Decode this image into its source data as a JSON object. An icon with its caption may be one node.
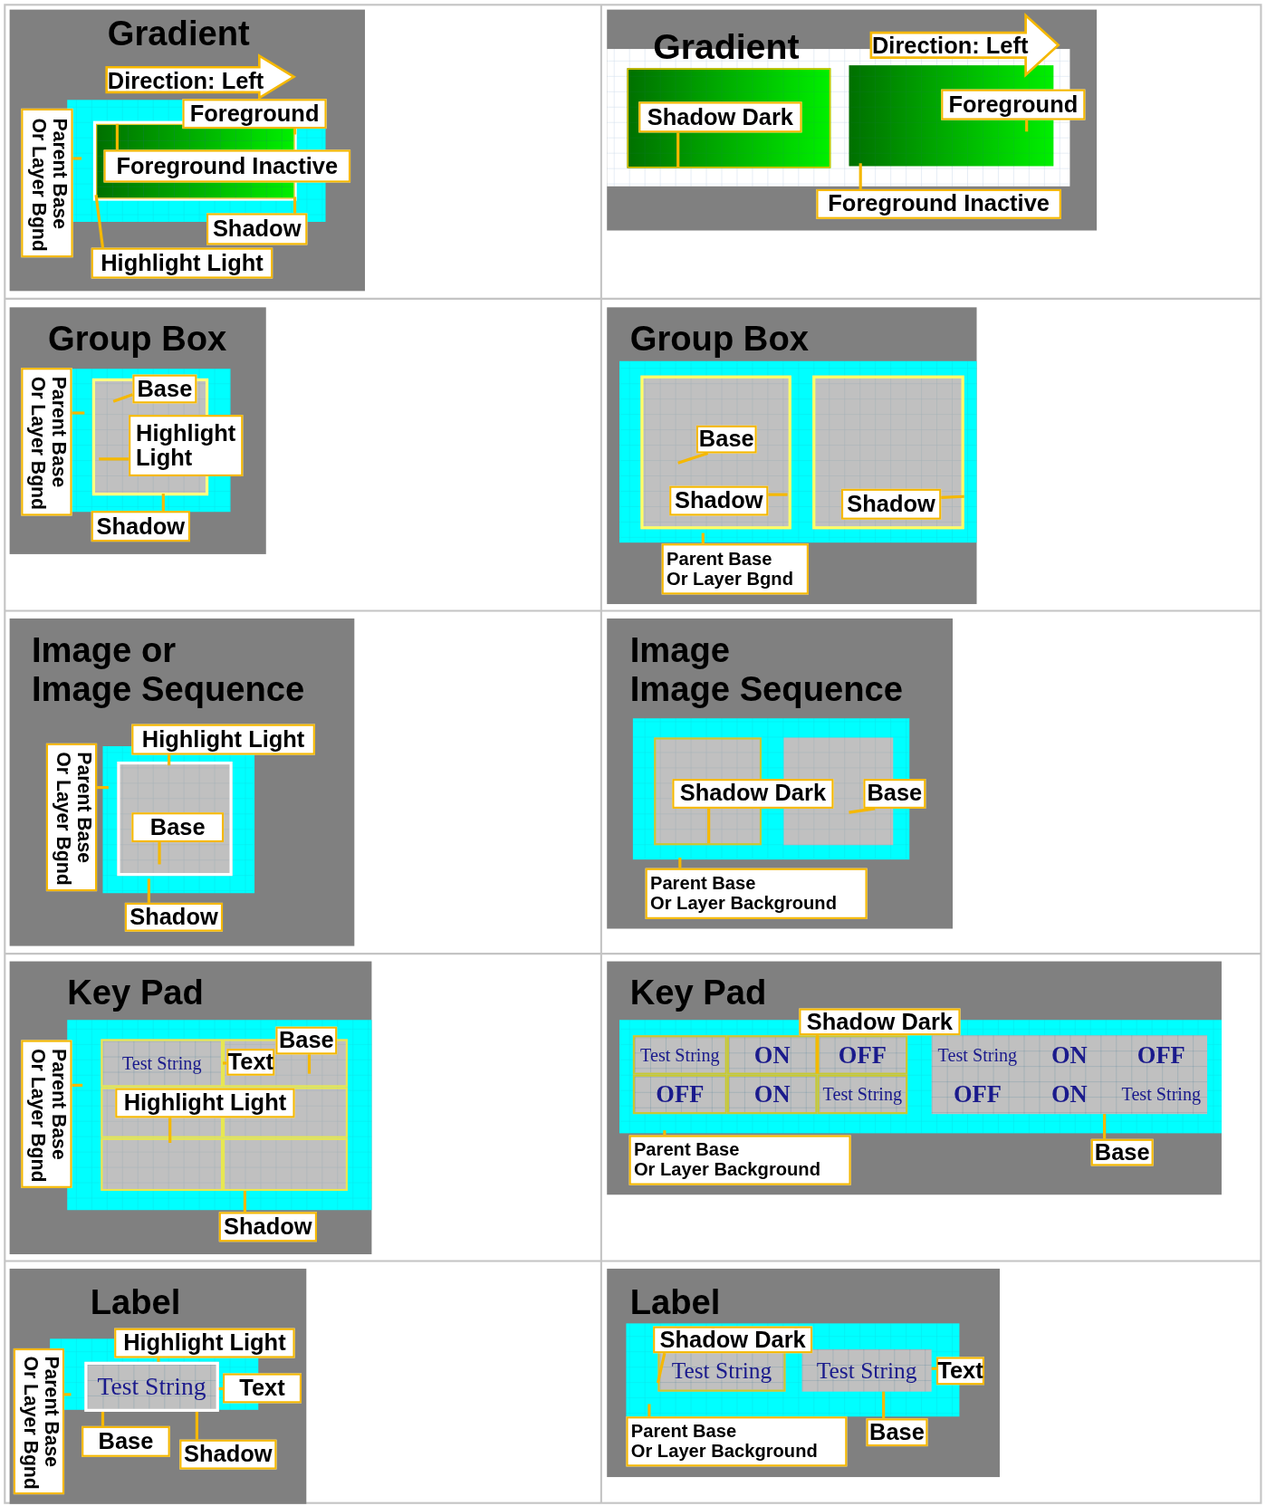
{
  "diagram": {
    "nodes": [
      {
        "text": [
          "Gradient"
        ]
      },
      {
        "text": [
          "Direction: Left"
        ],
        "in": 0
      },
      {
        "text": [
          "Foreground"
        ],
        "in": 0
      },
      {
        "text": [
          "Parent Base Or Layer Bgnd"
        ],
        "in": 0
      },
      {
        "text": [
          "Foreground Inactive"
        ],
        "in": 0
      },
      {
        "text": [
          "Shadow"
        ],
        "in": 0
      },
      {
        "text": [
          "Highlight Light"
        ],
        "in": 0
      },
      {
        "text": [
          "Gradient"
        ]
      },
      {
        "text": [
          "Direction: Left"
        ],
        "in": 7
      },
      {
        "text": [
          "Shadow Dark"
        ],
        "in": 7
      },
      {
        "text": [
          "Foreground"
        ],
        "in": 7
      },
      {
        "text": [
          "Foreground Inactive"
        ],
        "in": 7
      },
      {
        "text": [
          "Group Box"
        ]
      },
      {
        "text": [
          "Parent Base Or Layer Bgnd"
        ],
        "in": 12
      },
      {
        "text": [
          "Base"
        ],
        "in": 12
      },
      {
        "text": [
          "Highlight Light"
        ],
        "in": 12
      },
      {
        "text": [
          "Shadow"
        ],
        "in": 12
      },
      {
        "text": [
          "Group Box"
        ]
      },
      {
        "text": [
          "Base"
        ],
        "in": 17
      },
      {
        "text": [
          "Shadow"
        ],
        "in": 17
      },
      {
        "text": [
          "Shadow"
        ],
        "in": 17
      },
      {
        "text": [
          "Parent Base Or Layer Bgnd"
        ],
        "in": 17
      },
      {
        "text": [
          "Image or Image Sequence"
        ]
      },
      {
        "text": [
          "Highlight Light"
        ],
        "in": 22
      },
      {
        "text": [
          "Parent Base Or Layer Bgnd"
        ],
        "in": 22
      },
      {
        "text": [
          "Base"
        ],
        "in": 22
      },
      {
        "text": [
          "Shadow"
        ],
        "in": 22
      },
      {
        "text": [
          "Image Image Sequence"
        ]
      },
      {
        "text": [
          "Shadow Dark"
        ],
        "in": 27
      },
      {
        "text": [
          "Base"
        ],
        "in": 27
      },
      {
        "text": [
          "Parent Base Or Layer Background"
        ],
        "in": 27
      },
      {
        "text": [
          "Key Pad"
        ]
      },
      {
        "text": [
          "Base"
        ],
        "in": 31
      },
      {
        "text": [
          "Text"
        ],
        "in": 31
      },
      {
        "text": [
          "Parent Base Or Layer Bgnd"
        ],
        "in": 31
      },
      {
        "text": [
          "Highlight Light"
        ],
        "in": 31
      },
      {
        "text": [
          "Shadow"
        ],
        "in": 31
      },
      {
        "text": [
          "Key Pad"
        ]
      },
      {
        "text": [
          "Shadow Dark"
        ],
        "in": 37
      },
      {
        "text": [
          "Base"
        ],
        "in": 37
      },
      {
        "text": [
          "Parent Base Or Layer Background"
        ],
        "in": 37
      },
      {
        "text": [
          "Label"
        ]
      },
      {
        "text": [
          "Highlight Light"
        ],
        "in": 41
      },
      {
        "text": [
          "Parent Base Or Layer Bgnd"
        ],
        "in": 41
      },
      {
        "text": [
          "Text"
        ],
        "in": 41
      },
      {
        "text": [
          "Base"
        ],
        "in": 41
      },
      {
        "text": [
          "Shadow"
        ],
        "in": 41
      },
      {
        "text": [
          "Label"
        ]
      },
      {
        "text": [
          "Shadow Dark"
        ],
        "in": 47
      },
      {
        "text": [
          "Text"
        ],
        "in": 47
      },
      {
        "text": [
          "Base"
        ],
        "in": 47
      },
      {
        "text": [
          "Parent Base Or Layer Background"
        ],
        "in": 47
      },
      {
        "text": [],
        "shape": "box",
        "in": 0
      },
      {
        "text": [
          "Test String"
        ],
        "in": 31
      },
      {
        "text": [
          "Test String"
        ],
        "in": 37
      },
      {
        "text": [
          "ON"
        ],
        "in": 37
      },
      {
        "text": [
          "OFF"
        ],
        "in": 37
      },
      {
        "text": [
          "OFF"
        ],
        "in": 37
      },
      {
        "text": [
          "ON"
        ],
        "in": 37
      },
      {
        "text": [
          "Test String"
        ],
        "in": 37
      },
      {
        "text": [
          "Test String",
          "ON",
          "OFF",
          "OFF",
          "ON",
          "Test String"
        ],
        "in": 37
      },
      {
        "text": [
          "Test String"
        ],
        "in": 41
      },
      {
        "text": [
          "Test String"
        ],
        "in": 47
      },
      {
        "text": [
          "Test String"
        ],
        "in": 47
      }
    ],
    "edges": [
      {
        "from": 2,
        "to": 52,
        "arrow": "none"
      },
      {
        "from": 3,
        "to": null,
        "arrow": "none"
      },
      {
        "from": 4,
        "to": 52,
        "arrow": "none"
      },
      {
        "from": 5,
        "to": 52,
        "arrow": "none"
      },
      {
        "from": 6,
        "to": 52,
        "arrow": "none"
      },
      {
        "from": 9,
        "to": null,
        "arrow": "none"
      },
      {
        "from": 10,
        "to": null,
        "arrow": "none"
      },
      {
        "from": 11,
        "to": null,
        "arrow": "none"
      },
      {
        "from": 13,
        "to": null,
        "arrow": "none"
      },
      {
        "from": 14,
        "to": null,
        "arrow": "none"
      },
      {
        "from": 15,
        "to": null,
        "arrow": "none"
      },
      {
        "from": 16,
        "to": null,
        "arrow": "none"
      },
      {
        "from": 18,
        "to": null,
        "arrow": "none"
      },
      {
        "from": 19,
        "to": null,
        "arrow": "none"
      },
      {
        "from": 20,
        "to": null,
        "arrow": "none"
      },
      {
        "from": 21,
        "to": null,
        "arrow": "none"
      },
      {
        "from": 23,
        "to": null,
        "arrow": "none"
      },
      {
        "from": 24,
        "to": null,
        "arrow": "none"
      },
      {
        "from": 25,
        "to": null,
        "arrow": "none"
      },
      {
        "from": 26,
        "to": null,
        "arrow": "none"
      },
      {
        "from": 28,
        "to": null,
        "arrow": "none"
      },
      {
        "from": 29,
        "to": null,
        "arrow": "none"
      },
      {
        "from": 30,
        "to": null,
        "arrow": "none"
      },
      {
        "from": 32,
        "to": null,
        "arrow": "none"
      },
      {
        "from": 33,
        "to": 53,
        "arrow": "none"
      },
      {
        "from": 34,
        "to": null,
        "arrow": "none"
      },
      {
        "from": 35,
        "to": null,
        "arrow": "none"
      },
      {
        "from": 36,
        "to": null,
        "arrow": "none"
      },
      {
        "from": 38,
        "to": 56,
        "arrow": "none"
      },
      {
        "from": 39,
        "to": 60,
        "arrow": "none"
      },
      {
        "from": 40,
        "to": null,
        "arrow": "none"
      },
      {
        "from": 42,
        "to": 61,
        "arrow": "none"
      },
      {
        "from": 43,
        "to": null,
        "arrow": "none"
      },
      {
        "from": 44,
        "to": 61,
        "arrow": "none"
      },
      {
        "from": 45,
        "to": 61,
        "arrow": "none"
      },
      {
        "from": 46,
        "to": 61,
        "arrow": "none"
      },
      {
        "from": 48,
        "to": 62,
        "arrow": "none"
      },
      {
        "from": 49,
        "to": 63,
        "arrow": "none"
      },
      {
        "from": 50,
        "to": 63,
        "arrow": "none"
      },
      {
        "from": 51,
        "to": null,
        "arrow": "none"
      }
    ]
  }
}
